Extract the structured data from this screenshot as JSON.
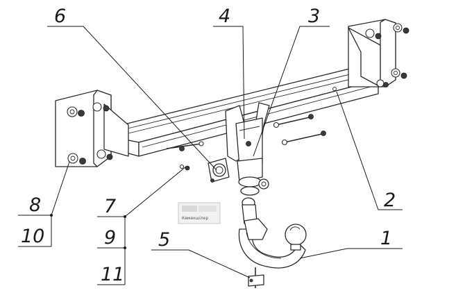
{
  "diagram": {
    "callouts": [
      "1",
      "2",
      "3",
      "4",
      "5",
      "6",
      "7",
      "8",
      "9",
      "10",
      "11"
    ],
    "stamp_text": "Көмекшiлер"
  }
}
